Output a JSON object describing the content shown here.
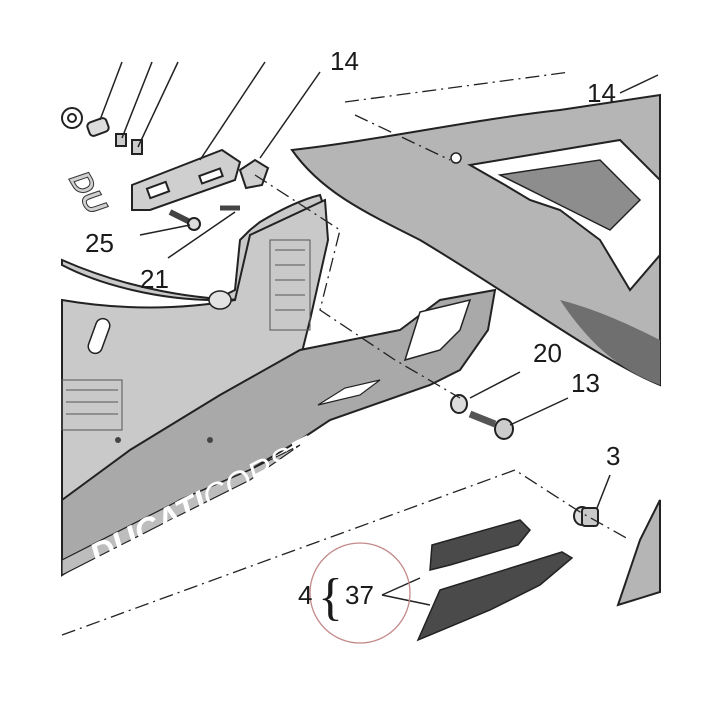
{
  "diagram": {
    "part_labels": {
      "l14a": "14",
      "l14b": "14",
      "l25": "25",
      "l21": "21",
      "l20": "20",
      "l13": "13",
      "l3": "3",
      "l4": "4",
      "l37": "37"
    },
    "brace": "{",
    "fairing_text": {
      "brand_bold": "DUCATI",
      "brand_light": "CORSE",
      "partial_logo": "DU"
    },
    "colors": {
      "fairing_light": "#c9c9c9",
      "fairing_mid": "#a9a9a9",
      "fairing_dark": "#6f6f6f",
      "decal": "#4a4a4a",
      "highlight_circle": "#c48a8a",
      "line": "#1a1a1a"
    }
  }
}
